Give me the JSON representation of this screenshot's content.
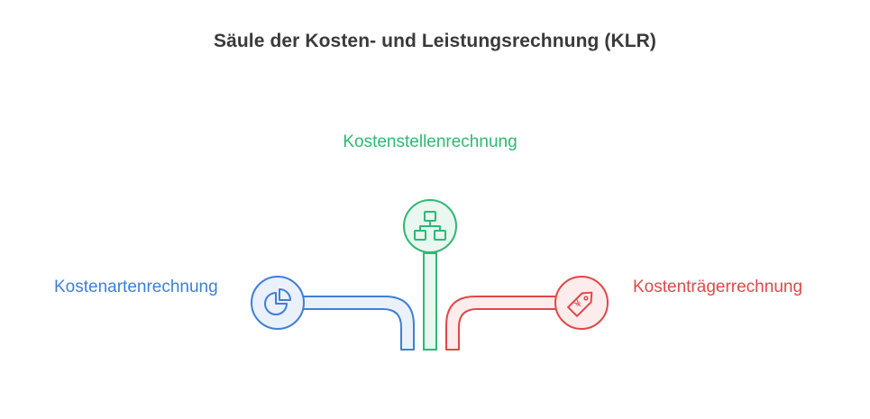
{
  "title": "Säule der Kosten- und Leistungsrechnung (KLR)",
  "pillars": {
    "center": {
      "label": "Kostenstellenrechnung",
      "icon": "org-chart-icon",
      "color": "#2fb873"
    },
    "left": {
      "label": "Kostenartenrechnung",
      "icon": "pie-chart-icon",
      "color": "#3f7fd6"
    },
    "right": {
      "label": "Kostenträgerrechnung",
      "icon": "price-tag-icon",
      "color": "#e04848"
    }
  }
}
